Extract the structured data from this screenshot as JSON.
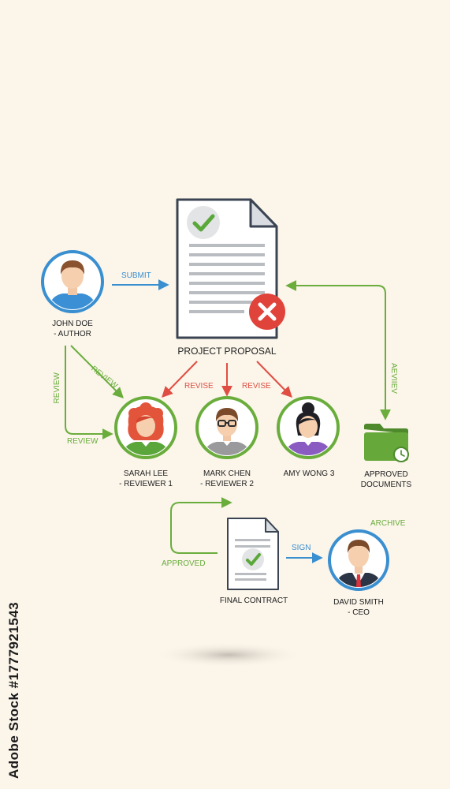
{
  "nodes": {
    "author": {
      "name": "JOHN DOE",
      "role": "- AUTHOR"
    },
    "proposal": {
      "label": "PROJECT PROPOSAL"
    },
    "reviewer1": {
      "name": "SARAH LEE",
      "role": "- REVIEWER 1"
    },
    "reviewer2": {
      "name": "MARK CHEN",
      "role": "- REVIEWER 2"
    },
    "reviewer3": {
      "name": "AMY WONG 3"
    },
    "approved_docs": {
      "line1": "APPROVED",
      "line2": "DOCUMENTS"
    },
    "final_contract": {
      "label": "FINAL CONTRACT"
    },
    "ceo": {
      "name": "DAVID SMITH",
      "role": "- CEO"
    }
  },
  "edges": {
    "submit": "SUBMIT",
    "review_diag": "REVIEW",
    "review_vertical": "REVIEW",
    "review_horizontal": "REVIEW",
    "revise_left": "REVISE",
    "revise_right": "REVISE",
    "approval_return": "AEVIIEV",
    "approved": "APPROVED",
    "sign": "SIGN",
    "archive": "ARCHIVE"
  },
  "watermark": {
    "text": "Adobe Stock",
    "id": "#1777921543"
  },
  "colors": {
    "blue": "#3a8fd0",
    "green": "#6aad3c",
    "red": "#e04e43",
    "background": "#fbf5ea"
  }
}
